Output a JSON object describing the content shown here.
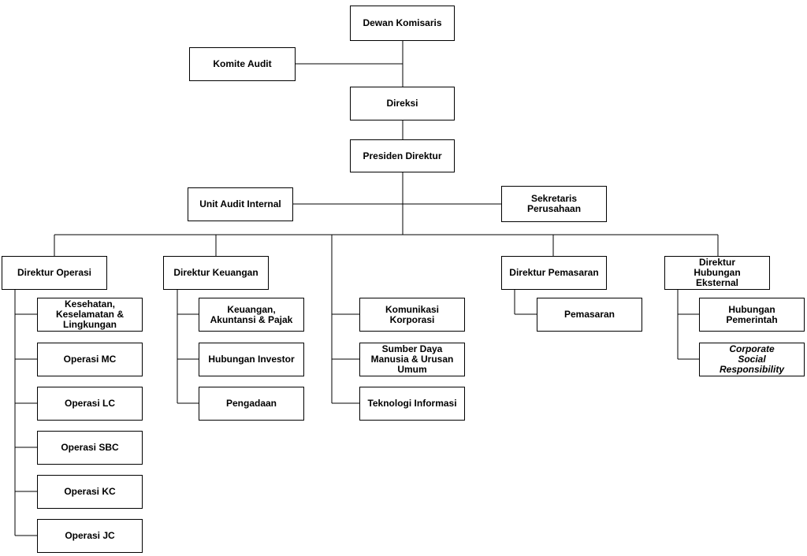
{
  "nodes": {
    "dewan_komisaris": "Dewan Komisaris",
    "komite_audit": "Komite Audit",
    "direksi": "Direksi",
    "presiden_direktur": "Presiden Direktur",
    "unit_audit_internal": "Unit Audit Internal",
    "sekretaris_perusahaan": "Sekretaris Perusahaan",
    "direktur_operasi": "Direktur Operasi",
    "kesehatan": "Kesehatan, Keselamatan & Lingkungan",
    "operasi_mc": "Operasi MC",
    "operasi_lc": "Operasi LC",
    "operasi_sbc": "Operasi SBC",
    "operasi_kc": "Operasi KC",
    "operasi_jc": "Operasi JC",
    "direktur_keuangan": "Direktur Keuangan",
    "keuangan_akuntansi": "Keuangan, Akuntansi & Pajak",
    "hubungan_investor": "Hubungan Investor",
    "pengadaan": "Pengadaan",
    "komunikasi_korporasi": "Komunikasi Korporasi",
    "sdm_urusan_umum": "Sumber Daya Manusia & Urusan Umum",
    "teknologi_informasi": "Teknologi Informasi",
    "direktur_pemasaran": "Direktur Pemasaran",
    "pemasaran": "Pemasaran",
    "direktur_hubungan_eksternal": "Direktur Hubungan Eksternal",
    "hubungan_pemerintah": "Hubungan Pemerintah",
    "csr": "Corporate Social Responsibility"
  }
}
